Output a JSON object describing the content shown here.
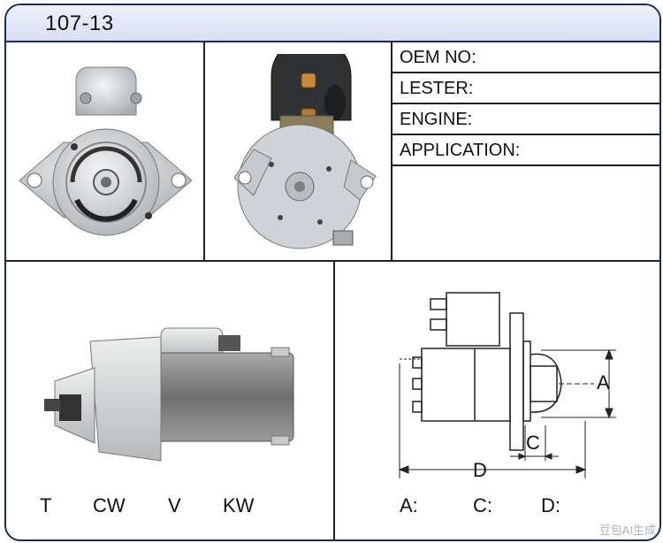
{
  "header": {
    "title": "107-13"
  },
  "spec_table": [
    {
      "label": "OEM NO:"
    },
    {
      "label": "LESTER:"
    },
    {
      "label": "ENGINE:"
    },
    {
      "label": "APPLICATION:"
    }
  ],
  "left_specs": [
    "T",
    "CW",
    "V",
    "KW"
  ],
  "dimension_specs": [
    "A:",
    "C:",
    "D:"
  ],
  "diagram_labels": {
    "a": "A",
    "c": "C",
    "d": "D"
  },
  "watermark": "豆包AI生成",
  "colors": {
    "border": "#1f2a55",
    "header_bg": "#dfe3f5",
    "metal": "#c9ccd0",
    "dark": "#3a3a3a"
  }
}
